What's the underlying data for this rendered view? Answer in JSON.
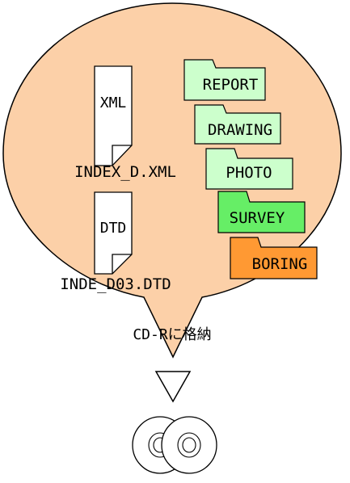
{
  "files": {
    "xml": {
      "icon_text": "XML",
      "filename": "INDEX_D.XML"
    },
    "dtd": {
      "icon_text": "DTD",
      "filename": "INDE_D03.DTD"
    }
  },
  "folders": [
    {
      "label": "REPORT",
      "fill": "#ccffcc"
    },
    {
      "label": "DRAWING",
      "fill": "#ccffcc"
    },
    {
      "label": "PHOTO",
      "fill": "#ccffcc"
    },
    {
      "label": "SURVEY",
      "fill": "#66ee66"
    },
    {
      "label": "BORING",
      "fill": "#ff9933"
    }
  ],
  "caption": "CD-Rに格納",
  "colors": {
    "bubble": "#fcd0a8",
    "outline": "#000000",
    "folder_light": "#ccffcc",
    "folder_survey": "#66ee66",
    "folder_boring": "#ff9933"
  },
  "icons": [
    "document-icon",
    "folder-icon",
    "arrow-down-icon",
    "cd-disc-icon"
  ]
}
